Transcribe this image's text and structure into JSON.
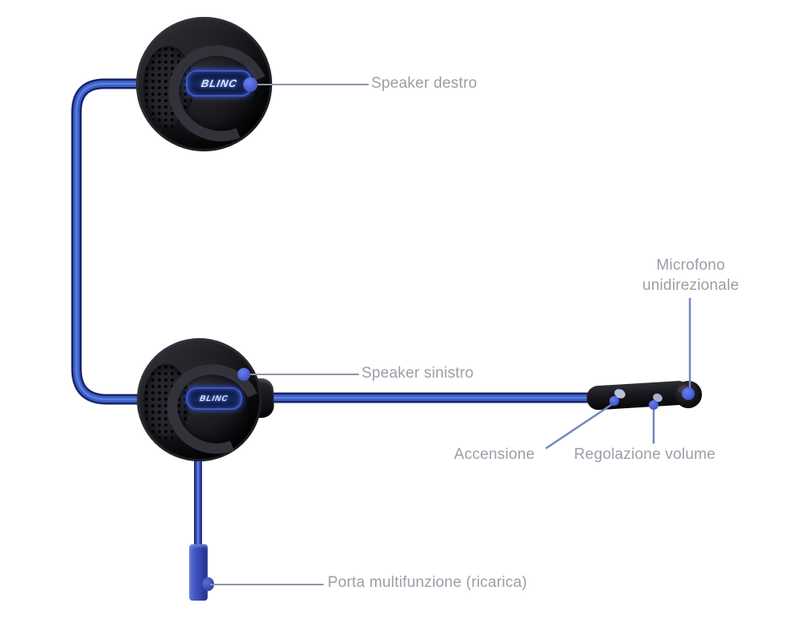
{
  "diagram": {
    "description": "Helmet headset parts diagram",
    "product": {
      "brand_badge": "BLINC"
    },
    "labels": {
      "speaker_right": "Speaker destro",
      "speaker_left": "Speaker sinistro",
      "microphone": "Microfono unidirezionale",
      "power": "Accensione",
      "volume": "Regolazione volume",
      "port": "Porta multifunzione (ricarica)"
    },
    "colors": {
      "cable_outer": "#172468",
      "cable_mid": "#3b5ec5",
      "cable_core": "#5b7fdd",
      "callout_dot": "#4a5fd6",
      "label_text": "#999fa7",
      "leader_gray": "#8e96a8",
      "leader_blue": "#7286c0",
      "background": "#ffffff"
    }
  }
}
